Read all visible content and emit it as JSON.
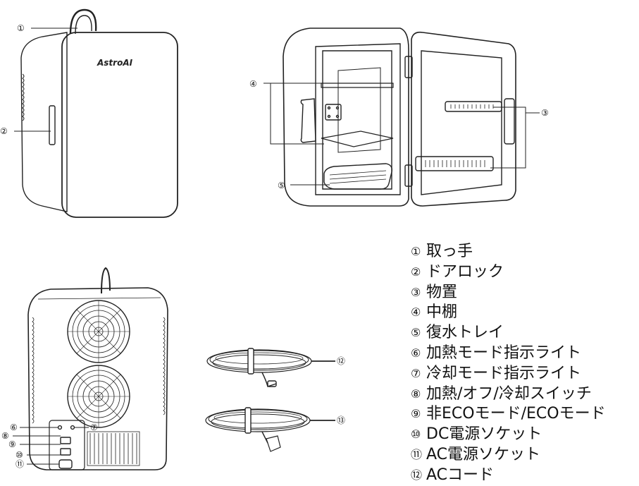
{
  "brand": "AstroAI",
  "callouts": {
    "c1": "①",
    "c2": "②",
    "c3": "③",
    "c4": "④",
    "c5": "⑤",
    "c6": "⑥",
    "c7": "⑦",
    "c8": "⑧",
    "c9": "⑨",
    "c10": "⑩",
    "c11": "⑪",
    "c12": "⑫",
    "c13": "⑬"
  },
  "parts": [
    {
      "num": "①",
      "label": "取っ手"
    },
    {
      "num": "②",
      "label": "ドアロック"
    },
    {
      "num": "③",
      "label": "物置"
    },
    {
      "num": "④",
      "label": "中棚"
    },
    {
      "num": "⑤",
      "label": "復水トレイ"
    },
    {
      "num": "⑥",
      "label": "加熱モード指示ライト"
    },
    {
      "num": "⑦",
      "label": "冷却モード指示ライト"
    },
    {
      "num": "⑧",
      "label": "加熱/オフ/冷却スイッチ"
    },
    {
      "num": "⑨",
      "label": "非ECOモード/ECOモード"
    },
    {
      "num": "⑩",
      "label": "DC電源ソケット"
    },
    {
      "num": "⑪",
      "label": "AC電源ソケット"
    },
    {
      "num": "⑫",
      "label": "ACコード"
    }
  ]
}
